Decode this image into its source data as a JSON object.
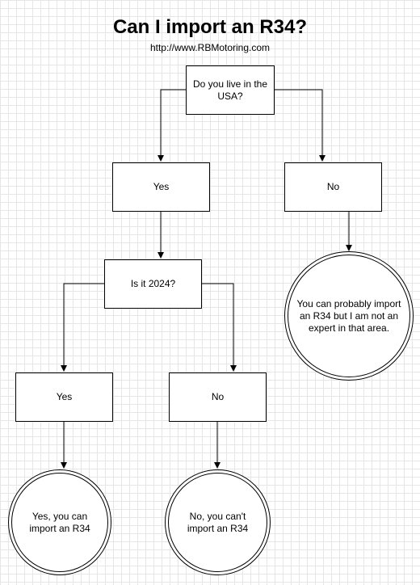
{
  "diagram": {
    "title": "Can I import an R34?",
    "subtitle": "http://www.RBMotoring.com",
    "nodes": {
      "q_usa": "Do you live in the USA?",
      "usa_yes": "Yes",
      "usa_no": "No",
      "q_2024": "Is it 2024?",
      "y2024_yes": "Yes",
      "y2024_no": "No",
      "outcome_non_usa": "You can probably import an R34 but I am not an expert in that area.",
      "outcome_yes": "Yes, you can import an R34",
      "outcome_no": "No, you can't import an R34"
    }
  }
}
